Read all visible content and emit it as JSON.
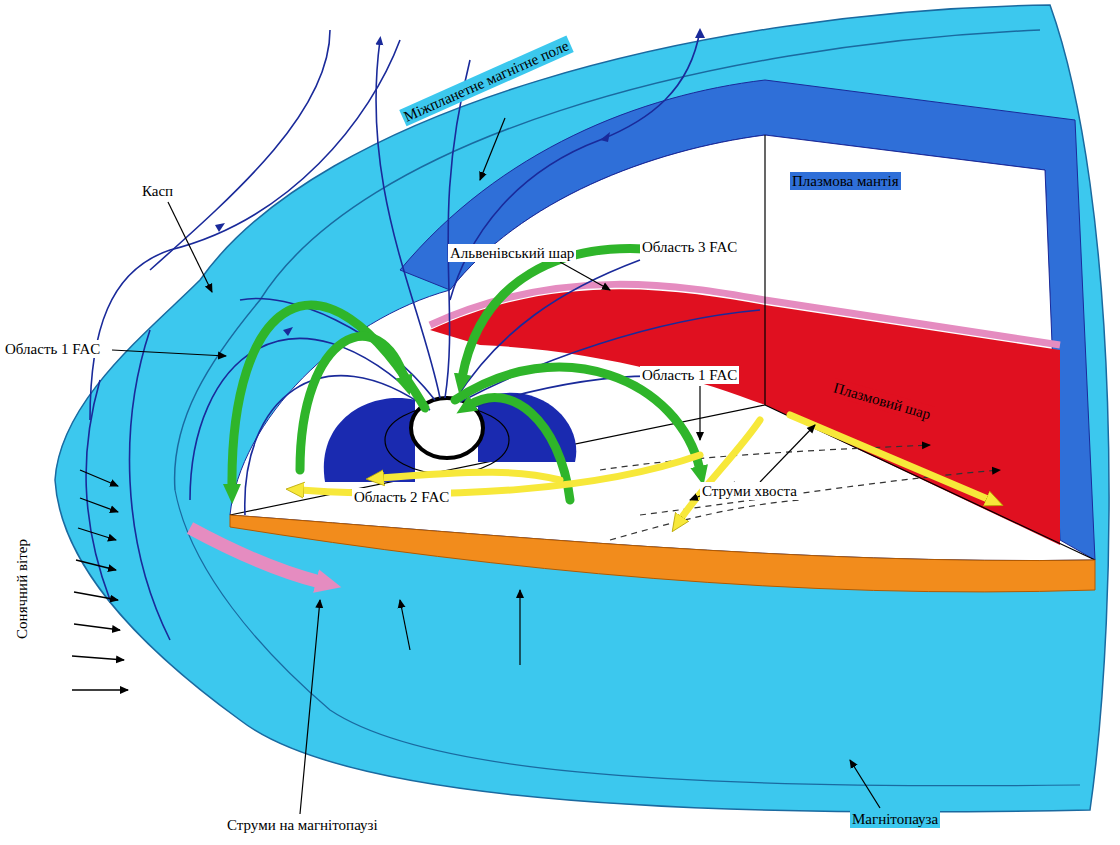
{
  "diagram": {
    "labels": [
      "Міжпланетне магнітне поле",
      "Касп",
      "Плазмова мантія",
      "Область 3 FAC",
      "Альвенівський шар",
      "Область 1 FAC",
      "Область 1 FAC",
      "Область 2 FAC",
      "Плазмовий шар",
      "Струми хвоста",
      "Сонячний вітер",
      "Магнітопауза",
      "Струми на магнітопаузі"
    ]
  }
}
